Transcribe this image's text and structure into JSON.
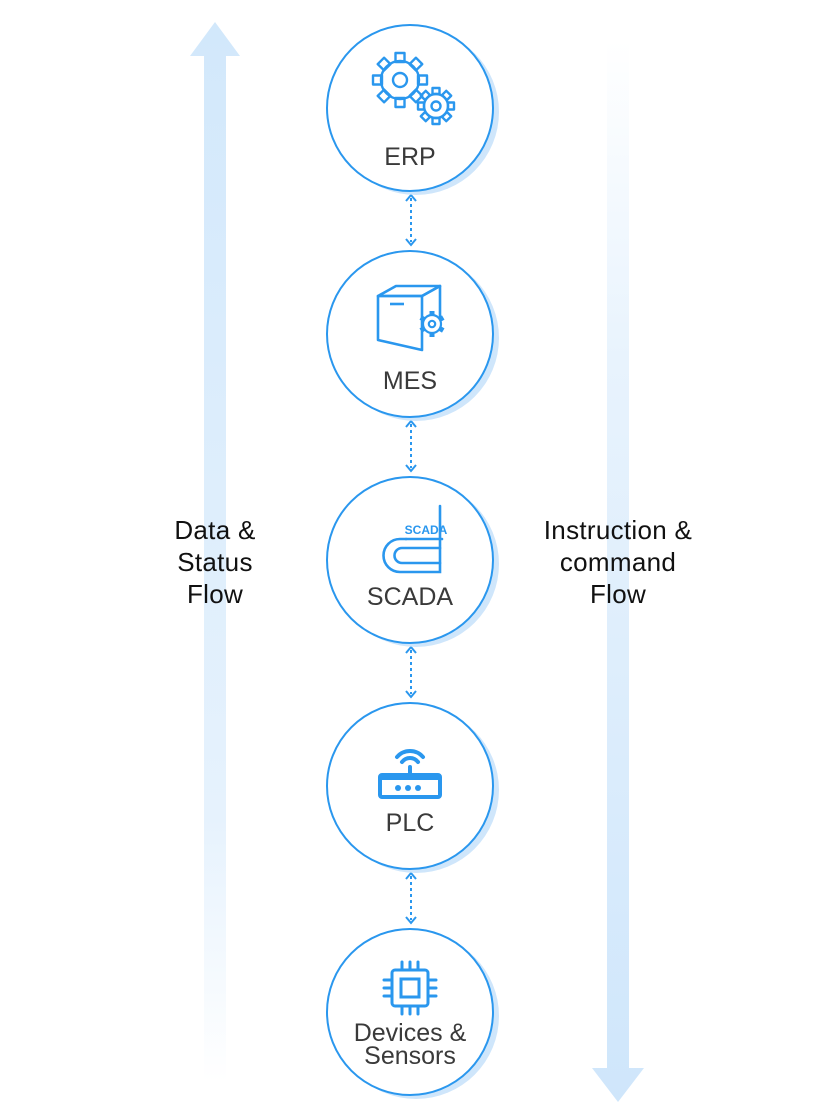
{
  "flows": {
    "left_label_lines": [
      "Data &",
      "Status",
      "Flow"
    ],
    "right_label_lines": [
      "Instruction &",
      "command",
      "Flow"
    ]
  },
  "nodes": [
    {
      "label_lines": [
        "ERP"
      ],
      "icon": "gears-icon"
    },
    {
      "label_lines": [
        "MES"
      ],
      "icon": "box-gear-icon"
    },
    {
      "label_lines": [
        "SCADA"
      ],
      "icon": "scada-icon",
      "icon_text": "SCADA"
    },
    {
      "label_lines": [
        "PLC"
      ],
      "icon": "router-icon"
    },
    {
      "label_lines": [
        "Devices &",
        "Sensors"
      ],
      "icon": "chip-icon"
    }
  ],
  "colors": {
    "accent": "#2a97ee",
    "flow_arrow": "#d6ebfc",
    "text": "#3a3a3a"
  }
}
